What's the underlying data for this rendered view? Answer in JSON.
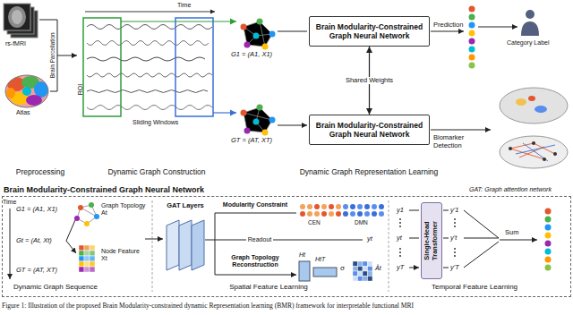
{
  "diagram": {
    "caption": "Figure 1: Illustration of the proposed Brain Modularity-constrained dynamic Representation learning (BMR) framework for interpretable functional MRI",
    "nodes": [
      {
        "text": [
          "Brain Modularity-Constrained Graph Neural Network"
        ]
      },
      {
        "text": [
          "Brain Modularity-Constrained Graph Neural Network"
        ]
      },
      {
        "text": [
          "Brain Modularity-Constrained Graph Neural Network"
        ]
      },
      {
        "text": [
          "GAT Layers"
        ],
        "in": 2
      },
      {
        "text": [
          "Single-Head Transformer"
        ],
        "in": 2
      }
    ],
    "edges": [
      {
        "from": 0,
        "to": 1,
        "arrow": "both",
        "label": "Shared Weights"
      }
    ],
    "labels": [
      "rs-fMRI",
      "Atlas",
      "Brain Parcellation",
      "Time",
      "ROI",
      "Sliding Windows",
      "G1 = (A1, X1)",
      "GT = (AT, XT)",
      "Preprocessing",
      "Dynamic Graph Construction",
      "Dynamic Graph Representation Learning",
      "Prediction",
      "Category Label",
      "Biomarker Detection",
      "GAT: Graph attention network",
      "Time",
      "G1 = (A1, X1)",
      "Gt = (At, Xt)",
      "GT = (AT, XT)",
      "Graph Topology At",
      "Node Feature Xt",
      "Dynamic Graph Sequence",
      "Modularity Constraint",
      "CEN",
      "DMN",
      "Readout",
      "yt",
      "Graph Topology Reconstruction",
      "Ht",
      "HtT",
      "σ",
      "Ât",
      "Spatial Feature Learning",
      "y1",
      "yt",
      "yT",
      "y'1",
      "y't",
      "y'T",
      "Sum",
      "Temporal Feature Learning"
    ]
  }
}
